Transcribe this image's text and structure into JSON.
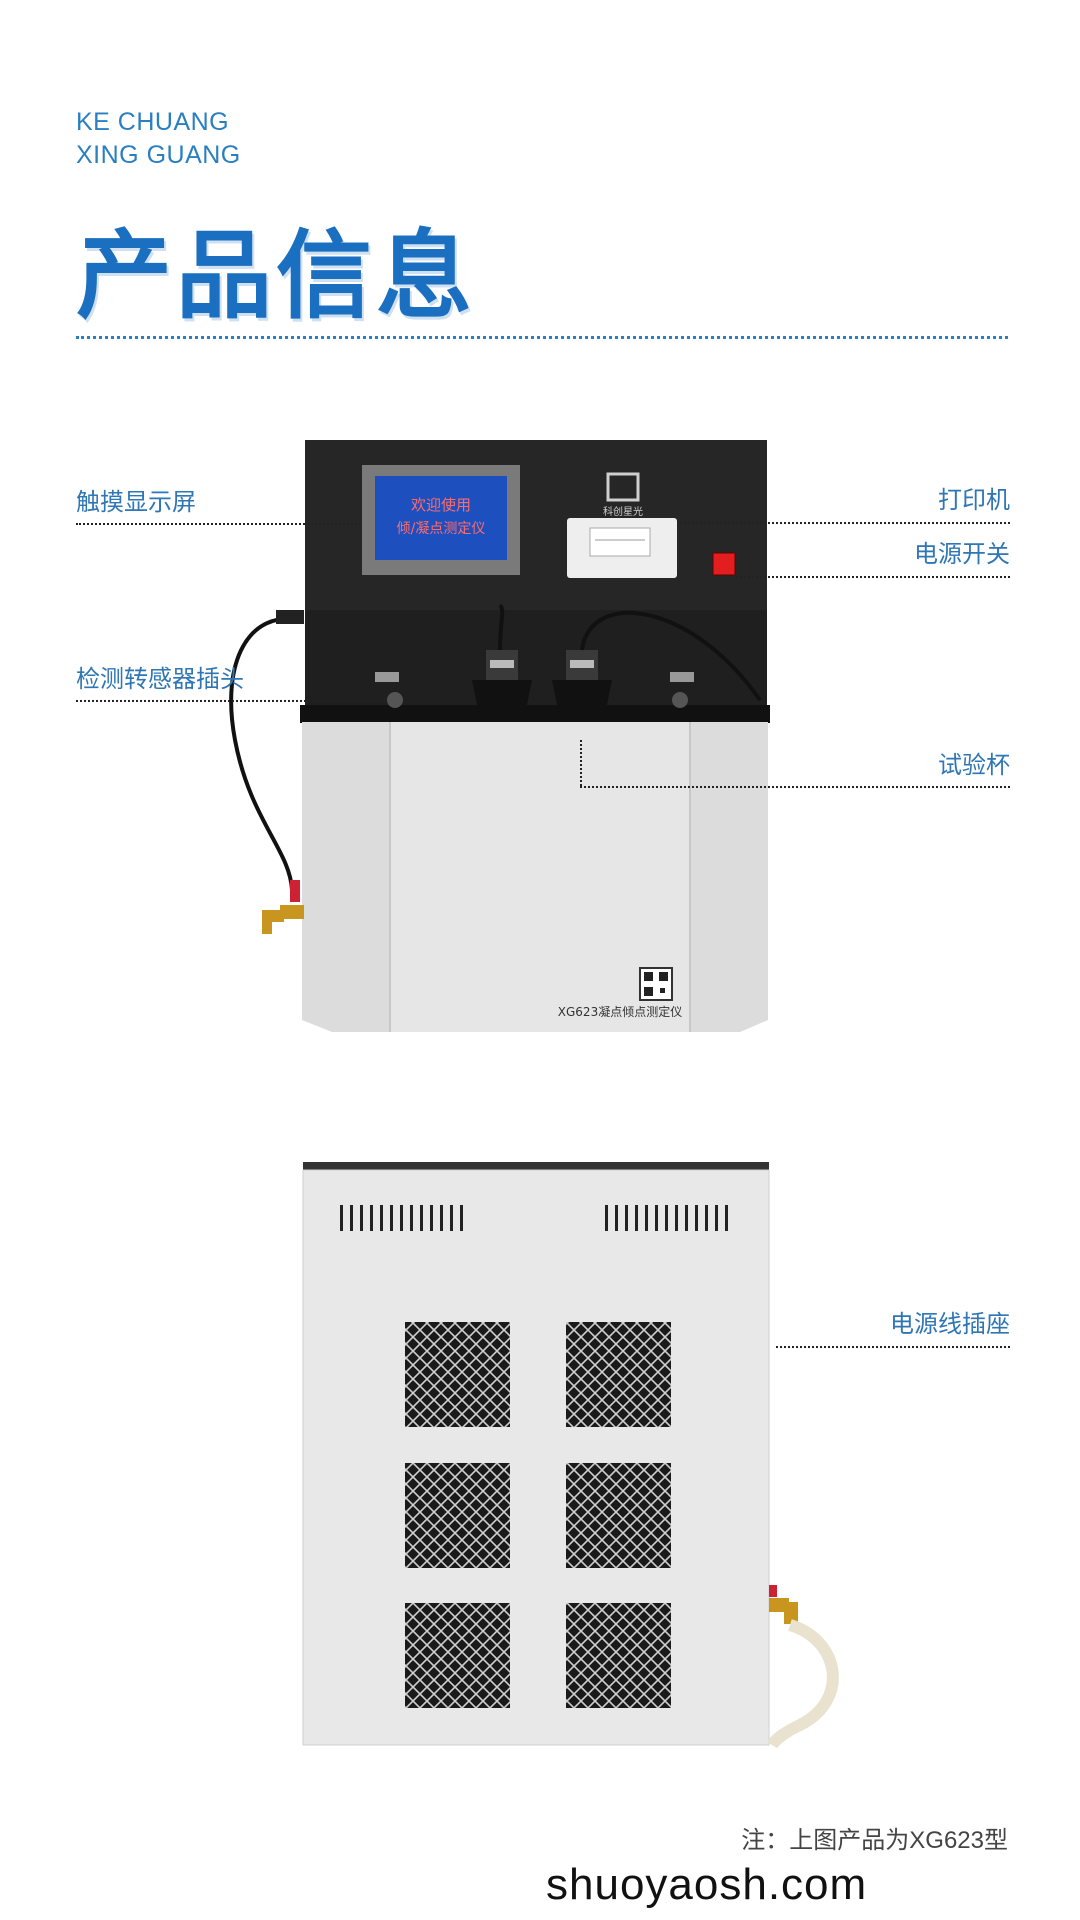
{
  "brand": {
    "line1": "KE CHUANG",
    "line2": "XING GUANG"
  },
  "title": "产品信息",
  "device": {
    "screen_line1": "欢迎使用",
    "screen_line2": "倾/凝点测定仪",
    "logo_text": "科创星光",
    "model_label": "XG623凝点倾点测定仪"
  },
  "callouts": {
    "touch_screen": "触摸显示屏",
    "printer": "打印机",
    "power_switch": "电源开关",
    "sensor_socket": "检测转感器插头",
    "test_cup": "试验杯",
    "power_cord_socket": "电源线插座"
  },
  "note": "注：上图产品为XG623型",
  "watermark": "shuoyaosh.com"
}
